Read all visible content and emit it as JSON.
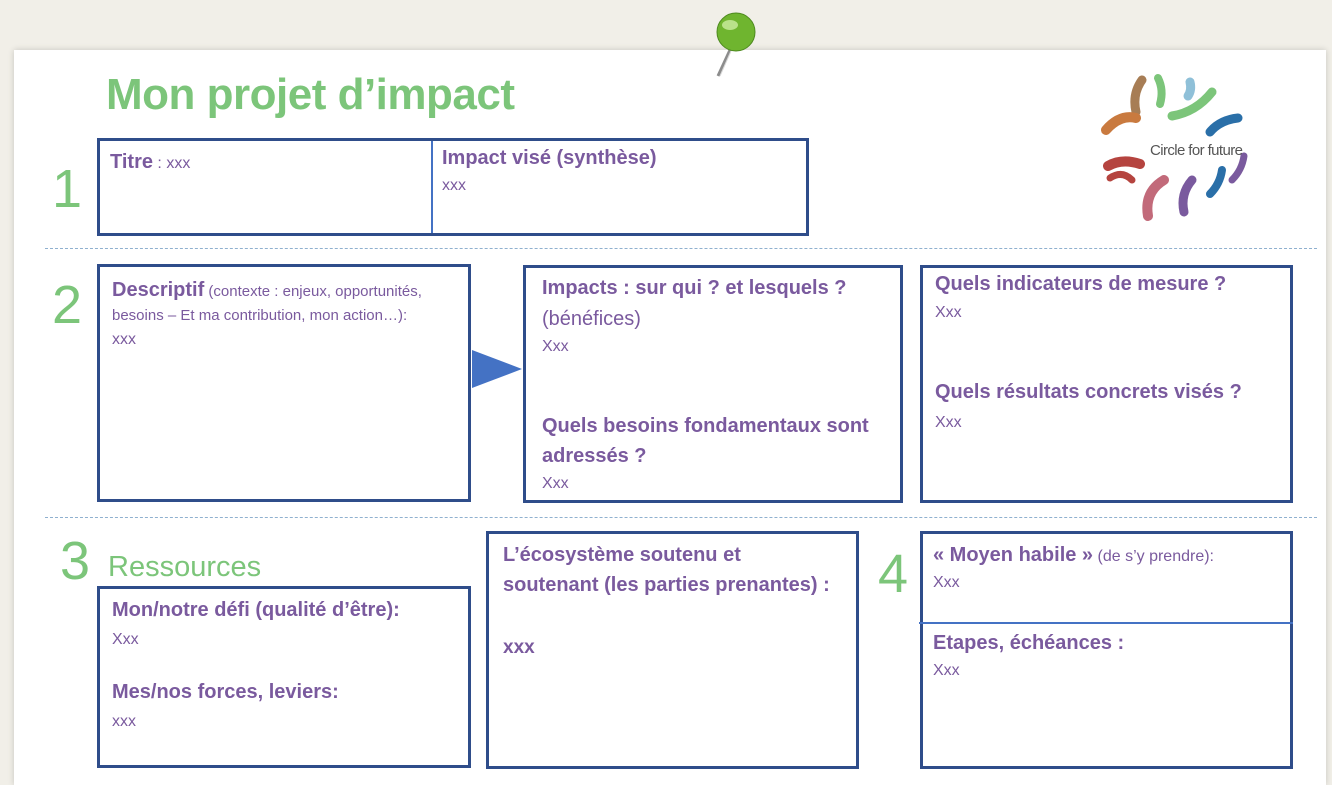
{
  "header": {
    "title": "Mon projet d’impact",
    "logo_text": "Circle for future"
  },
  "section1": {
    "number": "1",
    "titre_label": "Titre",
    "titre_value": " : xxx",
    "impact_label": "Impact visé (synthèse)",
    "impact_value": "xxx"
  },
  "section2": {
    "number": "2",
    "descriptif_label": "Descriptif",
    "descriptif_hint_line1": " (contexte : enjeux, opportunités,",
    "descriptif_hint_line2": " besoins – Et ma contribution, mon action…):",
    "descriptif_value": "xxx",
    "impacts_label": "Impacts : sur qui ? et lesquels ?",
    "impacts_sub": "(bénéfices)",
    "impacts_value": "Xxx",
    "besoins_label_line1": "Quels besoins fondamentaux sont",
    "besoins_label_line2": "adressés ?",
    "besoins_value": "Xxx",
    "indicateurs_label": "Quels indicateurs de mesure ?",
    "indicateurs_value": "Xxx",
    "resultats_label": "Quels résultats concrets visés ?",
    "resultats_value": "Xxx"
  },
  "section3": {
    "number": "3",
    "heading": "Ressources",
    "defi_label": "Mon/notre défi (qualité d’être):",
    "defi_value": "Xxx",
    "forces_label": "Mes/nos forces, leviers:",
    "forces_value": "xxx",
    "ecosysteme_label_line1": "L’écosystème soutenu et",
    "ecosysteme_label_line2": "soutenant (les parties prenantes) :",
    "ecosysteme_value": "xxx"
  },
  "section4": {
    "number": "4",
    "moyen_label": "« Moyen habile »",
    "moyen_hint": " (de s’y prendre):",
    "moyen_value": "Xxx",
    "etapes_label": "Etapes, échéances :",
    "etapes_value": "Xxx"
  },
  "colors": {
    "green": "#7cc57a",
    "purple": "#7a5a9e",
    "box_border": "#2f4d8a",
    "arrow": "#4472c4"
  }
}
